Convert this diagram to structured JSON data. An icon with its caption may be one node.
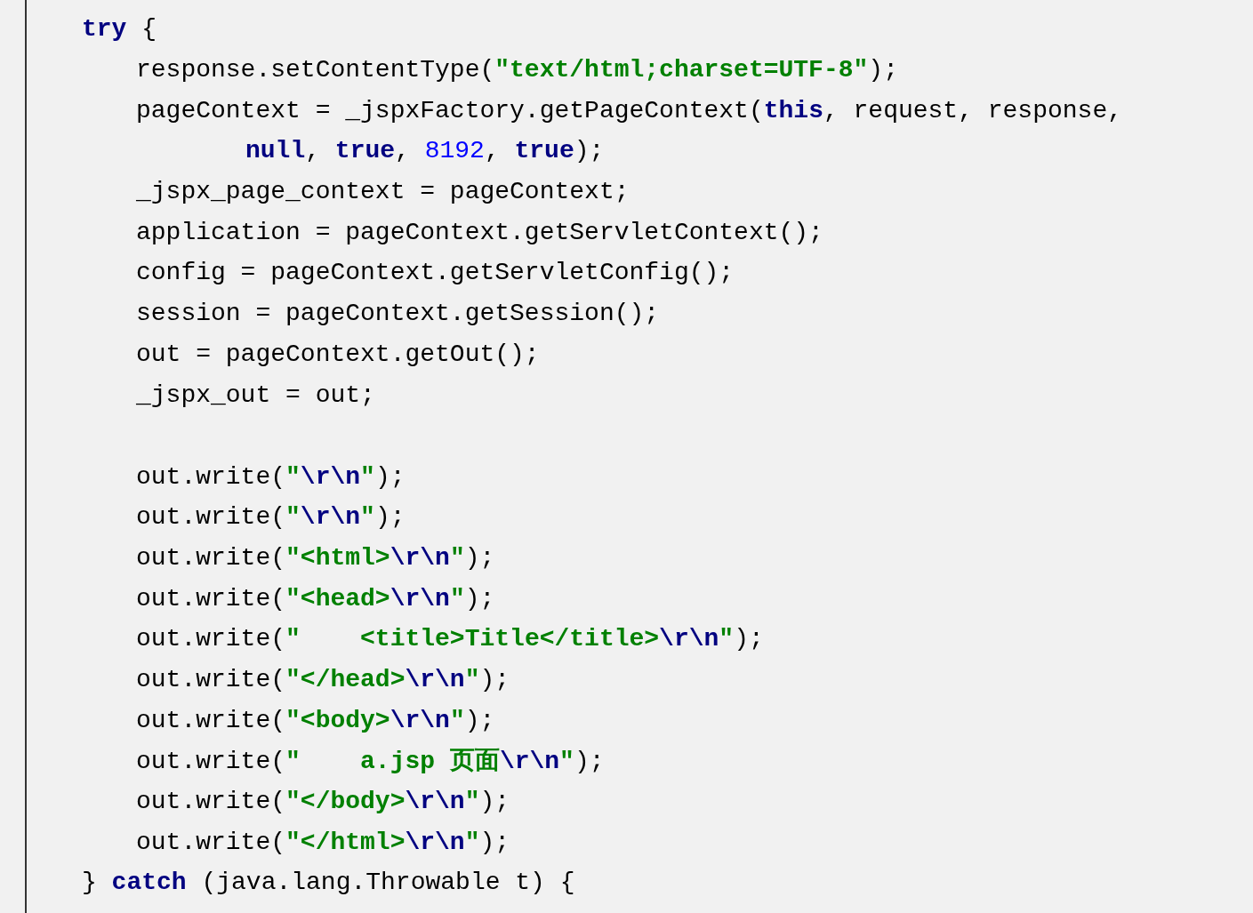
{
  "diagram": {
    "labels": [
      "**try** {",
      "response.setContentType(**\"text/html;charset=UTF-8\"**);",
      "pageContext = _jspxFactory.getPageContext(**this**, request, response,",
      "**null**, **true**, 8192, **true**);",
      "_jspx_page_context = pageContext;",
      "application = pageContext.getServletContext();",
      "config = pageContext.getServletConfig();",
      "session = pageContext.getSession();",
      "out = pageContext.getOut();",
      "_jspx_out = out;",
      "out.write(**\"\\r\\n\"**);",
      "out.write(**\"\\r\\n\"**);",
      "out.write(**\"<html>\\r\\n\"**);",
      "out.write(**\"<head>\\r\\n\"**);",
      "out.write(**\"    <title>Title</title>\\r\\n\"**);",
      "out.write(**\"</head>\\r\\n\"**);",
      "out.write(**\"<body>\\r\\n\"**);",
      "out.write(**\"    a.jsp 页面\\r\\n\"**);",
      "out.write(**\"</body>\\r\\n\"**);",
      "out.write(**\"</html>\\r\\n\"**);",
      "} **catch** (java.lang.Throwable t) {"
    ]
  }
}
